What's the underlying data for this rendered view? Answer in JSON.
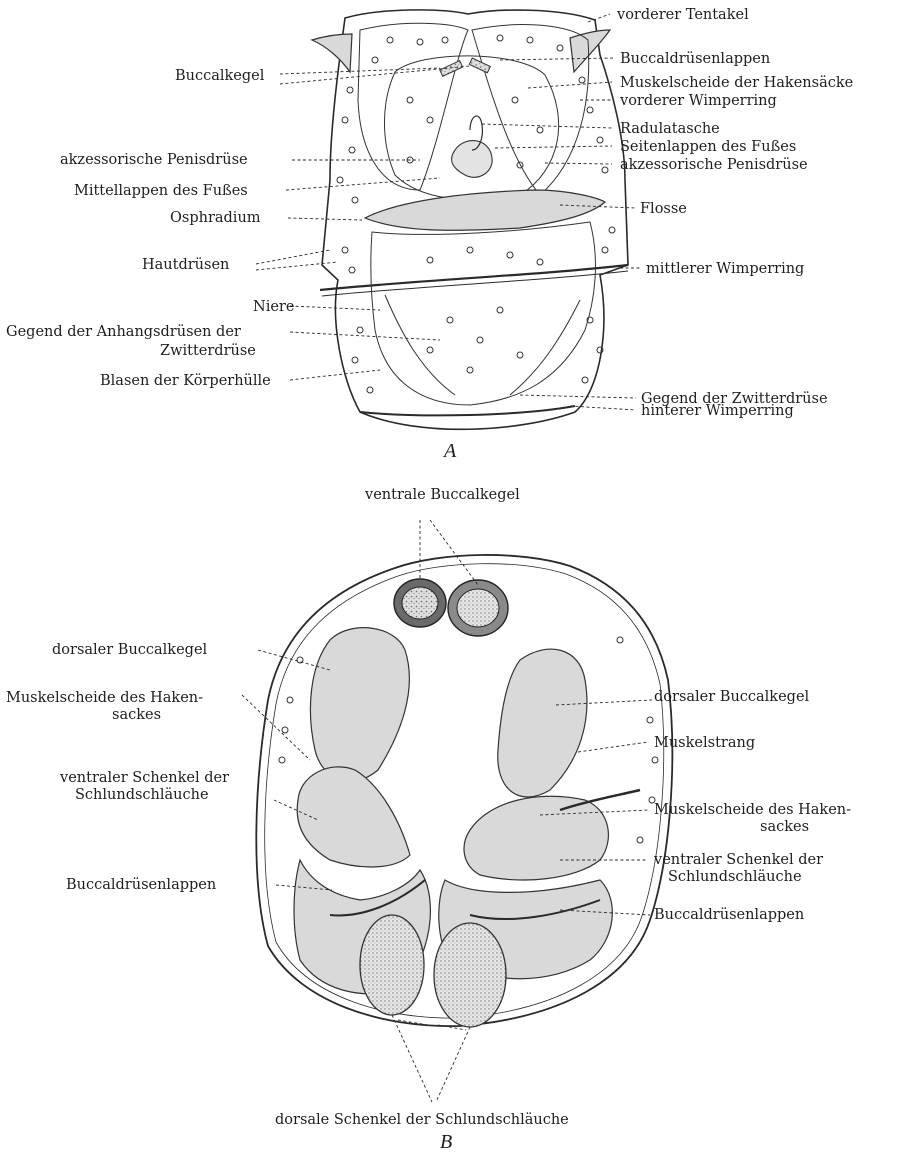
{
  "figure_a": {
    "caption": "A",
    "labels": {
      "vorderer_tentakel": "vorderer Tentakel",
      "buccaldruesenlappen": "Buccaldrüsenlappen",
      "buccalkegel": "Buccalkegel",
      "muskelscheide_hakensaecke": "Muskelscheide der Hakensäcke",
      "vorderer_wimperring": "vorderer Wimperring",
      "radulatasche": "Radulatasche",
      "akz_penisdruese_left": "akzessorische Penisdrüse",
      "seitenlappen_fuss": "Seitenlappen des Fußes",
      "akz_penisdruese_right": "akzessorische Penisdrüse",
      "mittellappen_fuss": "Mittellappen des Fußes",
      "osphradium": "Osphradium",
      "flosse": "Flosse",
      "hautdruesen": "Hautdrüsen",
      "mittlerer_wimperring": "mittlerer Wimperring",
      "niere": "Niere",
      "anhangsdruesen_1": "Gegend der Anhangsdrüsen der",
      "anhangsdruesen_2": "Zwitterdrüse",
      "blasen_koerperhuelle": "Blasen der Körperhülle",
      "zwitterdruese": "Gegend der Zwitterdrüse",
      "hinterer_wimperring": "hinterer Wimperring"
    }
  },
  "figure_b": {
    "caption": "B",
    "labels": {
      "ventrale_buccalkegel": "ventrale Buccalkegel",
      "dorsaler_buccalkegel_left": "dorsaler Buccalkegel",
      "dorsaler_buccalkegel_right": "dorsaler Buccalkegel",
      "muskelscheide_left_1": "Muskelscheide des Haken-",
      "muskelscheide_left_2": "sackes",
      "muskelstrang": "Muskelstrang",
      "ventraler_schenkel_left_1": "ventraler Schenkel der",
      "ventraler_schenkel_left_2": "Schlundschläuche",
      "muskelscheide_right_1": "Muskelscheide des Haken-",
      "muskelscheide_right_2": "sackes",
      "ventraler_schenkel_right_1": "ventraler Schenkel der",
      "ventraler_schenkel_right_2": "Schlundschläuche",
      "buccaldruesenlappen_left": "Buccaldrüsenlappen",
      "buccaldruesenlappen_right": "Buccaldrüsenlappen",
      "dorsale_schenkel": "dorsale Schenkel der Schlundschläuche"
    }
  }
}
